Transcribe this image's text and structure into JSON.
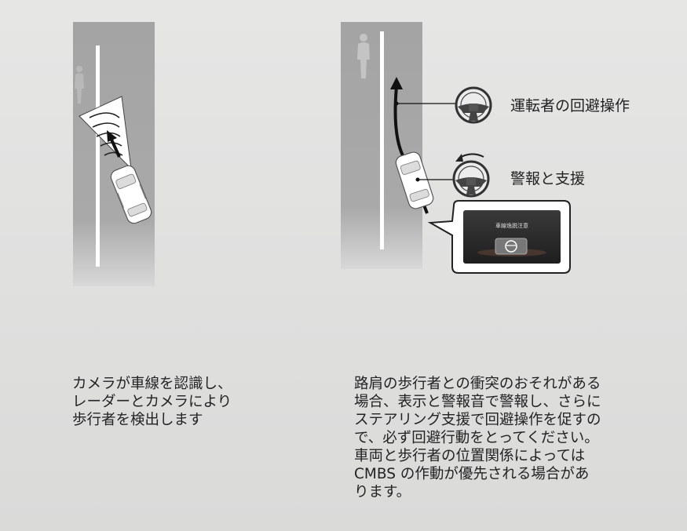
{
  "labels": {
    "driver_avoidance": "運転者の回避操作",
    "warning_support": "警報と支援",
    "screen_text": "車線逸脱注意"
  },
  "captions": {
    "left": "カメラが車線を認識し、\nレーダーとカメラにより\n歩行者を検出します",
    "right": "路肩の歩行者との衝突のおそれがある\n場合、表示と警報音で警報し、さらに\nステアリング支援で回避操作を促すの\nで、必ず回避行動をとってください。\n車両と歩行者の位置関係によっては\nCMBS の作動が優先される場合があ\nります。"
  },
  "colors": {
    "road": "#a3a3a3",
    "lane_line": "#ffffff",
    "screen": "#2a2a2a",
    "arrow": "#111111"
  }
}
